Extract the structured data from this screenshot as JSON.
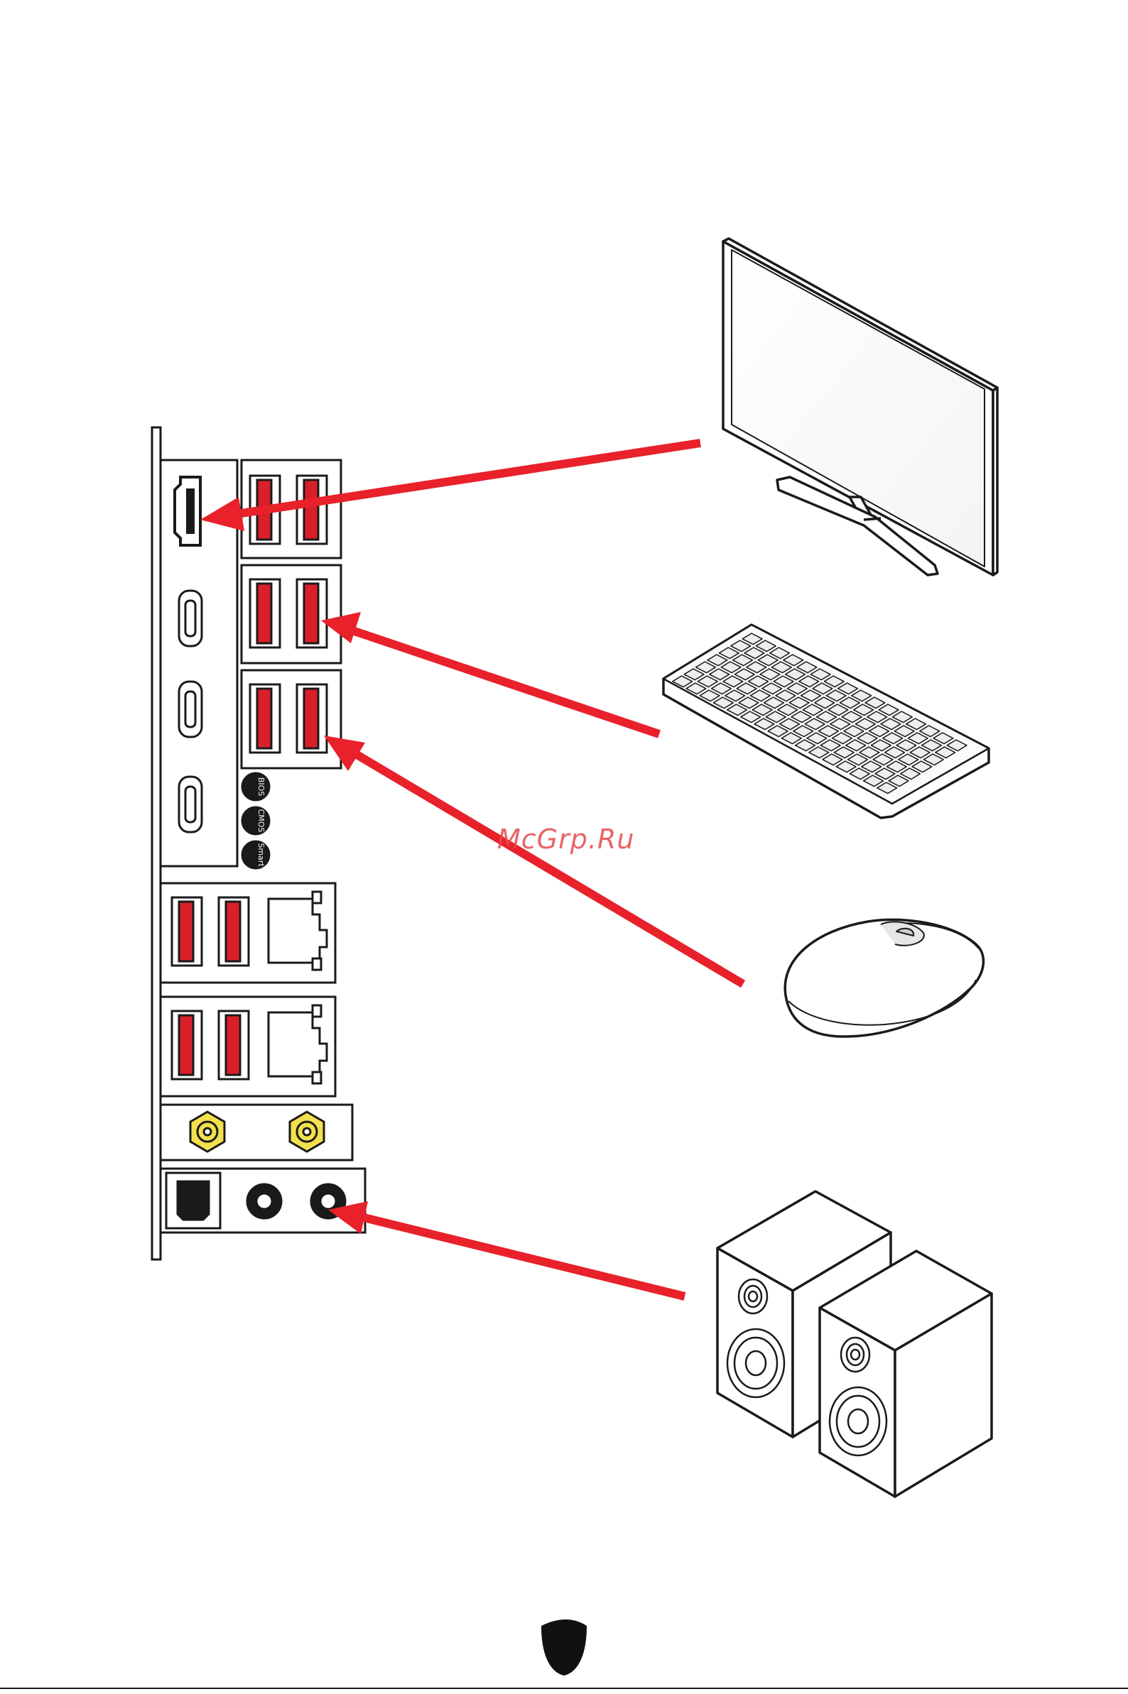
{
  "watermark": "McGrp.Ru",
  "buttons": {
    "bios_flash": "BIOS",
    "clear_cmos": "CMOS",
    "smart": "Smart"
  },
  "colors": {
    "arrow": "#e8212b",
    "usb_red": "#d9202a",
    "antenna_gold": "#f4e04d",
    "outline": "#1a1a1a",
    "key_fill": "#eeeeee"
  },
  "icons": [
    "monitor-icon",
    "keyboard-icon",
    "mouse-icon",
    "speakers-icon",
    "msi-shield-logo"
  ]
}
